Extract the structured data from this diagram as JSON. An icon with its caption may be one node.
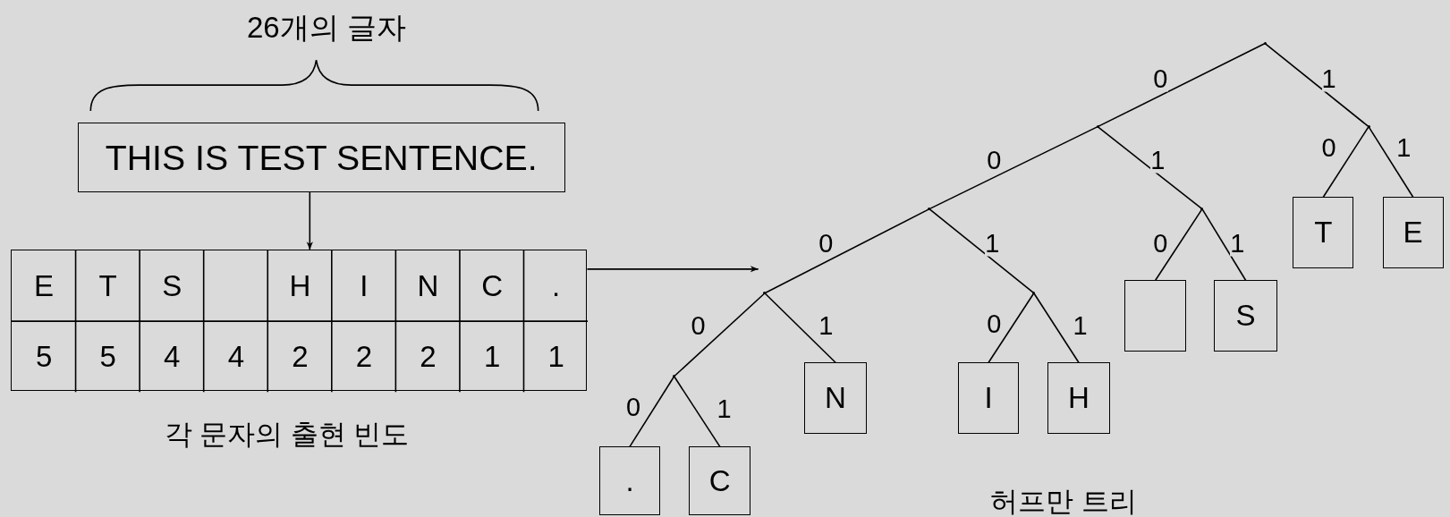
{
  "diagram": {
    "nodes": [
      {
        "text": [
          "THIS IS TEST SENTENCE."
        ]
      },
      {
        "text": [],
        "shape": "table",
        "beside": [
          "각 문자의 출현 빈도"
        ]
      },
      {
        "text": [],
        "shape": "point"
      },
      {
        "text": [],
        "shape": "point"
      },
      {
        "text": [],
        "shape": "point"
      },
      {
        "text": [
          "T"
        ]
      },
      {
        "text": [
          "E"
        ]
      },
      {
        "text": [],
        "shape": "point"
      },
      {
        "text": [],
        "shape": "point"
      },
      {
        "text": [],
        "shape": "box"
      },
      {
        "text": [
          "S"
        ]
      },
      {
        "text": [],
        "shape": "point"
      },
      {
        "text": [],
        "shape": "point"
      },
      {
        "text": [
          "N"
        ]
      },
      {
        "text": [
          "I"
        ]
      },
      {
        "text": [
          "H"
        ]
      },
      {
        "text": [],
        "shape": "point"
      },
      {
        "text": [
          "."
        ]
      },
      {
        "text": [
          "C"
        ]
      }
    ],
    "edges": [
      {
        "from": 0,
        "to": 1,
        "arrow": "to"
      },
      {
        "from": 1,
        "to": 11,
        "arrow": "to"
      },
      {
        "from": 2,
        "to": 3,
        "arrow": "none",
        "label": "0"
      },
      {
        "from": 2,
        "to": 4,
        "arrow": "none",
        "label": "1"
      },
      {
        "from": 4,
        "to": 5,
        "arrow": "none",
        "label": "0"
      },
      {
        "from": 4,
        "to": 6,
        "arrow": "none",
        "label": "1"
      },
      {
        "from": 3,
        "to": 7,
        "arrow": "none",
        "label": "0"
      },
      {
        "from": 3,
        "to": 8,
        "arrow": "none",
        "label": "1"
      },
      {
        "from": 8,
        "to": 9,
        "arrow": "none",
        "label": "0"
      },
      {
        "from": 8,
        "to": 10,
        "arrow": "none",
        "label": "1"
      },
      {
        "from": 7,
        "to": 11,
        "arrow": "none",
        "label": "0"
      },
      {
        "from": 7,
        "to": 12,
        "arrow": "none",
        "label": "1"
      },
      {
        "from": 11,
        "to": 16,
        "arrow": "none",
        "label": "0"
      },
      {
        "from": 11,
        "to": 13,
        "arrow": "none",
        "label": "1"
      },
      {
        "from": 12,
        "to": 14,
        "arrow": "none",
        "label": "0"
      },
      {
        "from": 12,
        "to": 15,
        "arrow": "none",
        "label": "1"
      },
      {
        "from": 16,
        "to": 17,
        "arrow": "none",
        "label": "0"
      },
      {
        "from": 16,
        "to": 18,
        "arrow": "none",
        "label": "1"
      }
    ],
    "labels": [
      "26개의 글자",
      "E",
      "T",
      "S",
      "H",
      "I",
      "N",
      "C",
      ".",
      "5",
      "5",
      "4",
      "4",
      "2",
      "2",
      "2",
      "1",
      "1",
      "허프만 트리"
    ]
  }
}
